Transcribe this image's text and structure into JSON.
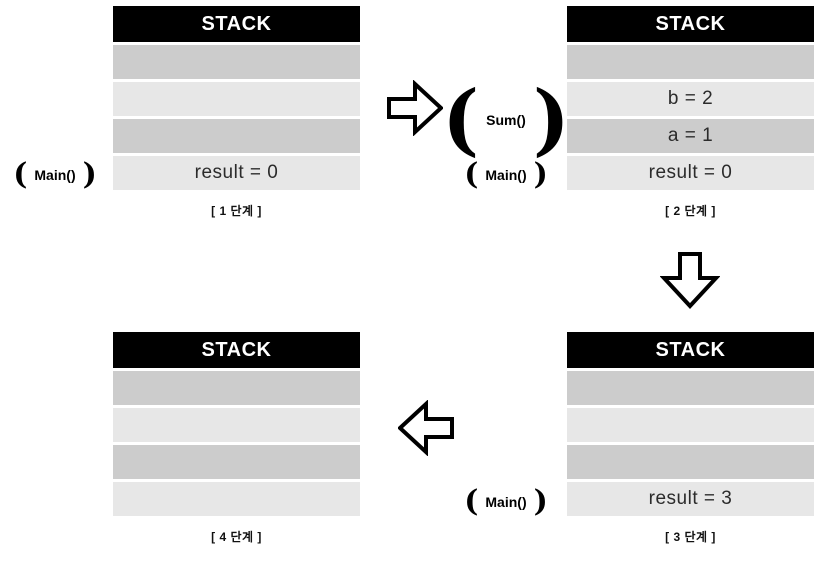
{
  "diagram": {
    "title": "Function call stack step diagram",
    "colors": {
      "header_bg": "#000000",
      "header_text": "#ffffff",
      "row_dark": "#cccccc",
      "row_light": "#e7e7e7",
      "text": "#2b2b2b",
      "arrow_stroke": "#000000",
      "arrow_fill": "#ffffff"
    },
    "stack_header_label": "STACK",
    "steps": [
      {
        "id": "step-1",
        "caption": "[ 1 단계 ]",
        "header": "STACK",
        "rows": [
          {
            "shade": "dark",
            "text": ""
          },
          {
            "shade": "light",
            "text": ""
          },
          {
            "shade": "dark",
            "text": ""
          },
          {
            "shade": "light",
            "text": "result = 0"
          }
        ],
        "frames": [
          {
            "name": "Main()",
            "open": "(",
            "close": ")",
            "size": "small"
          }
        ]
      },
      {
        "id": "step-2",
        "caption": "[ 2 단계 ]",
        "header": "STACK",
        "rows": [
          {
            "shade": "dark",
            "text": ""
          },
          {
            "shade": "light",
            "text": "b = 2"
          },
          {
            "shade": "dark",
            "text": "a = 1"
          },
          {
            "shade": "light",
            "text": "result = 0"
          }
        ],
        "frames": [
          {
            "name": "Sum()",
            "open": "(",
            "close": ")",
            "size": "tall"
          },
          {
            "name": "Main()",
            "open": "(",
            "close": ")",
            "size": "small"
          }
        ]
      },
      {
        "id": "step-3",
        "caption": "[ 3 단계 ]",
        "header": "STACK",
        "rows": [
          {
            "shade": "dark",
            "text": ""
          },
          {
            "shade": "light",
            "text": ""
          },
          {
            "shade": "dark",
            "text": ""
          },
          {
            "shade": "light",
            "text": "result = 3"
          }
        ],
        "frames": [
          {
            "name": "Main()",
            "open": "(",
            "close": ")",
            "size": "small"
          }
        ]
      },
      {
        "id": "step-4",
        "caption": "[ 4 단계 ]",
        "header": "STACK",
        "rows": [
          {
            "shade": "dark",
            "text": ""
          },
          {
            "shade": "light",
            "text": ""
          },
          {
            "shade": "dark",
            "text": ""
          },
          {
            "shade": "light",
            "text": ""
          }
        ],
        "frames": []
      }
    ],
    "arrows": [
      {
        "id": "arrow-right",
        "icon": "arrow-right-outline-icon",
        "direction": "right"
      },
      {
        "id": "arrow-down",
        "icon": "arrow-down-outline-icon",
        "direction": "down"
      },
      {
        "id": "arrow-left",
        "icon": "arrow-left-outline-icon",
        "direction": "left"
      }
    ]
  }
}
